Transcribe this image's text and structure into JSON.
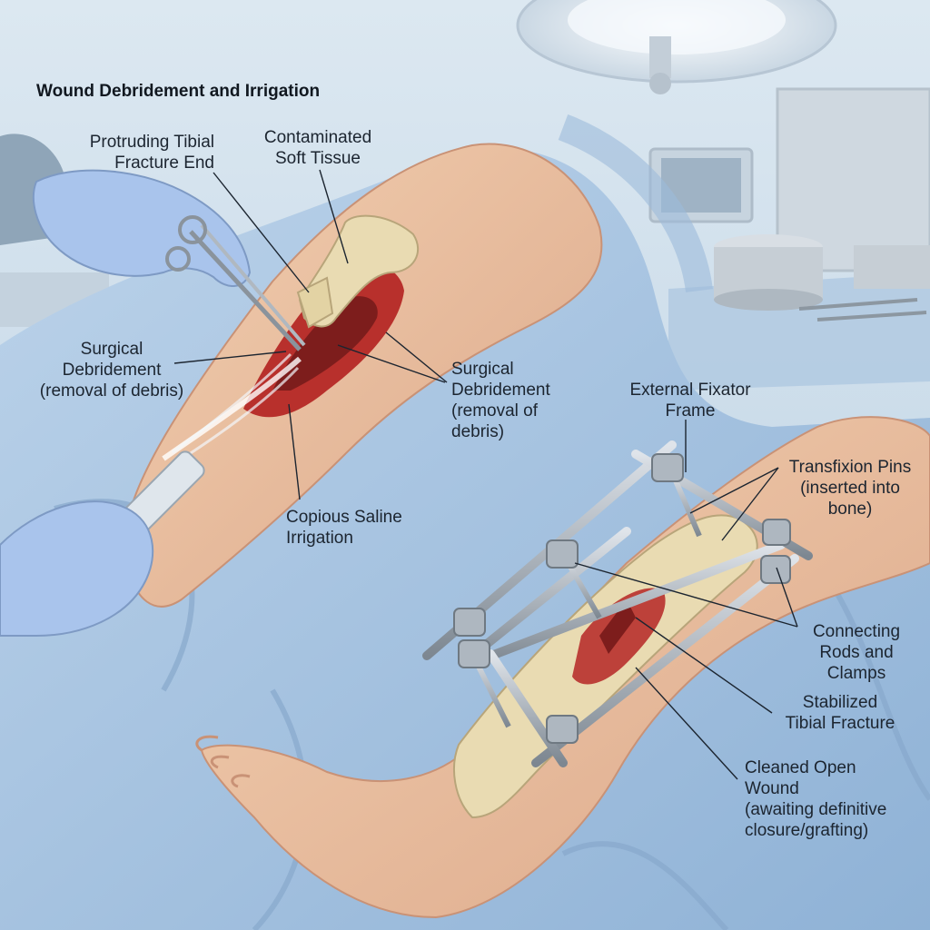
{
  "title": "Wound Debridement and Irrigation",
  "labels": {
    "protruding_end": "Protruding Tibial\nFracture End",
    "contaminated_tissue": "Contaminated\nSoft Tissue",
    "debridement_left": "Surgical\nDebridement\n(removal of debris)",
    "debridement_right": "Surgical\nDebridement\n(removal of\ndebris)",
    "saline_irrigation": "Copious Saline\nIrrigation",
    "fixator_frame": "External Fixator\nFrame",
    "transfixion_pins": "Transfixion Pins\n(inserted into\nbone)",
    "connecting_rods": "Connecting\nRods and\nClamps",
    "stabilized_fracture": "Stabilized\nTibial Fracture",
    "cleaned_wound": "Cleaned Open\nWound\n(awaiting definitive\nclosure/grafting)"
  },
  "colors": {
    "drape": "#a9c6e2",
    "skin": "#ecc4a2",
    "bone": "#e9dbb2",
    "wound": "#b8302c",
    "glove": "#a9c4ec",
    "metal": "#9aa3ad"
  }
}
